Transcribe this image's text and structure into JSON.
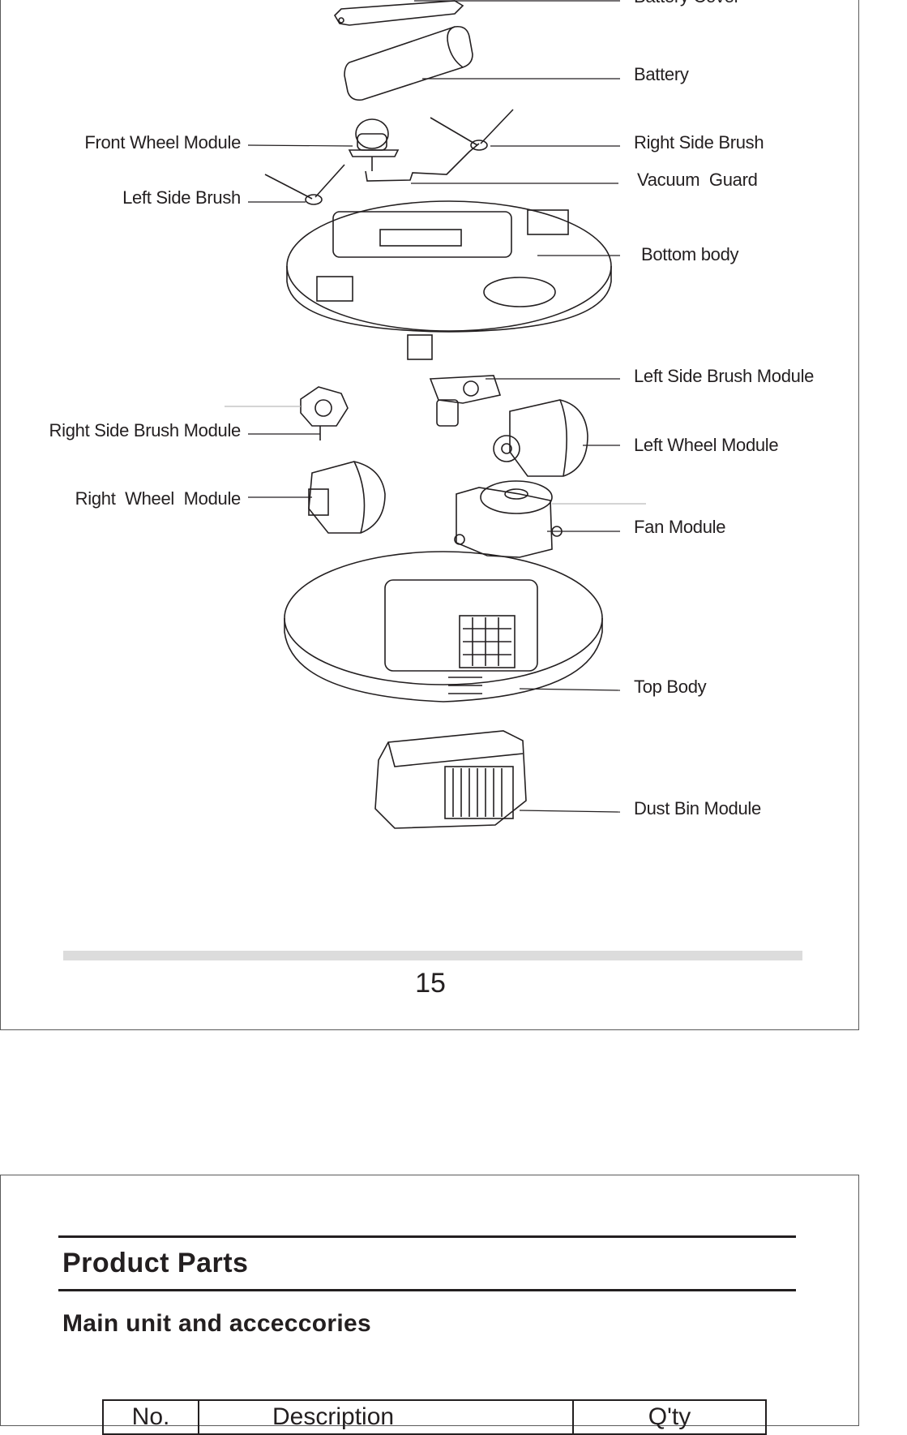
{
  "diagram": {
    "labels": {
      "battery_cover": "Battery Cover",
      "battery": "Battery",
      "front_wheel_module": "Front Wheel Module",
      "right_side_brush": "Right Side Brush",
      "vacuum_guard": "Vacuum  Guard",
      "left_side_brush": "Left Side Brush",
      "bottom_body": "Bottom body",
      "left_side_brush_module": "Left Side Brush Module",
      "right_side_brush_module": "Right Side Brush Module",
      "left_wheel_module": "Left Wheel Module",
      "right_wheel_module": "Right  Wheel  Module",
      "fan_module": "Fan Module",
      "top_body": "Top Body",
      "dust_bin_module": "Dust Bin Module"
    }
  },
  "page_number": "15",
  "section": {
    "title": "Product Parts",
    "subtitle": "Main unit and acceccories"
  },
  "table": {
    "headers": [
      "No.",
      "Description",
      "Q'ty"
    ]
  }
}
